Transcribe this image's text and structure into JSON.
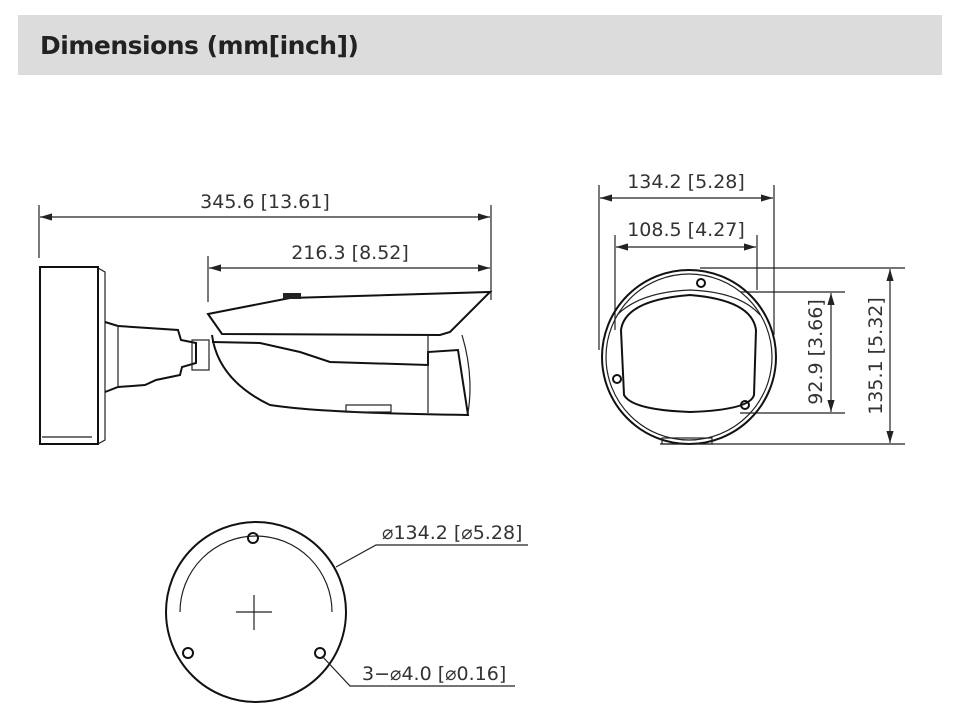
{
  "header": {
    "title": "Dimensions (mm[inch])"
  },
  "side_view": {
    "overall_length": "345.6 [13.61]",
    "body_length": "216.3 [8.52]"
  },
  "front_view": {
    "outer_width": "134.2 [5.28]",
    "inner_width": "108.5 [4.27]",
    "inner_height": "92.9 [3.66]",
    "outer_height": "135.1 [5.32]"
  },
  "base_view": {
    "diameter": "⌀134.2 [⌀5.28]",
    "holes": "3−⌀4.0 [⌀0.16]"
  }
}
